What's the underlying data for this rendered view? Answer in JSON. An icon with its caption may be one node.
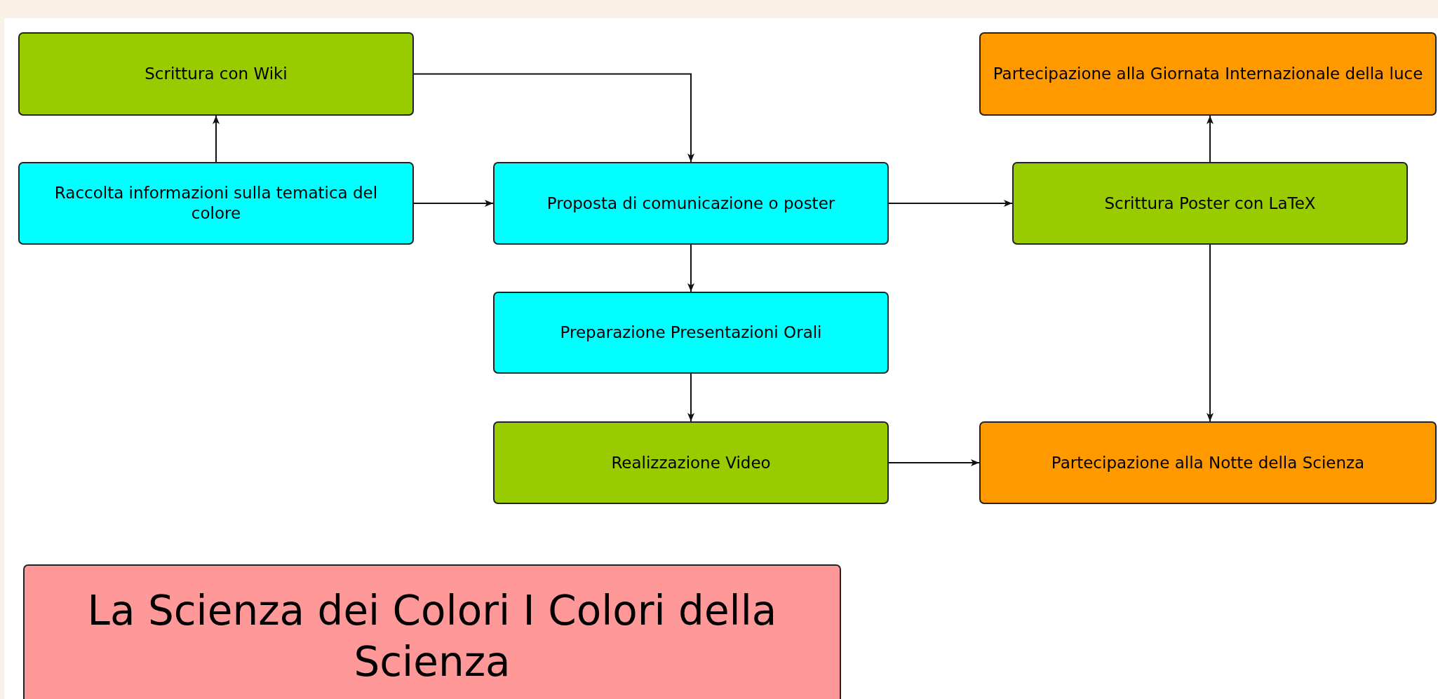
{
  "diagram": {
    "nodes": [
      {
        "text": [
          "Scrittura con Wiki"
        ]
      },
      {
        "text": [
          "Partecipazione alla Giornata Internazionale della luce"
        ]
      },
      {
        "text": [
          "Raccolta informazioni sulla tematica del colore"
        ]
      },
      {
        "text": [
          "Proposta di comunicazione o poster"
        ]
      },
      {
        "text": [
          "Scrittura Poster con LaTeX"
        ]
      },
      {
        "text": [
          "Preparazione Presentazioni Orali"
        ]
      },
      {
        "text": [
          "Realizzazione Video"
        ]
      },
      {
        "text": [
          "Partecipazione alla Notte della Scienza"
        ]
      },
      {
        "text": [
          "La Scienza dei Colori I Colori della Scienza"
        ]
      }
    ],
    "edges": [
      {
        "from": 2,
        "to": 0,
        "arrow": "to"
      },
      {
        "from": 0,
        "to": 3,
        "arrow": "to"
      },
      {
        "from": 2,
        "to": 3,
        "arrow": "to"
      },
      {
        "from": 3,
        "to": 4,
        "arrow": "to"
      },
      {
        "from": 4,
        "to": 1,
        "arrow": "to"
      },
      {
        "from": 3,
        "to": 5,
        "arrow": "to"
      },
      {
        "from": 5,
        "to": 6,
        "arrow": "to"
      },
      {
        "from": 6,
        "to": 7,
        "arrow": "to"
      },
      {
        "from": 4,
        "to": 7,
        "arrow": "to"
      }
    ]
  }
}
